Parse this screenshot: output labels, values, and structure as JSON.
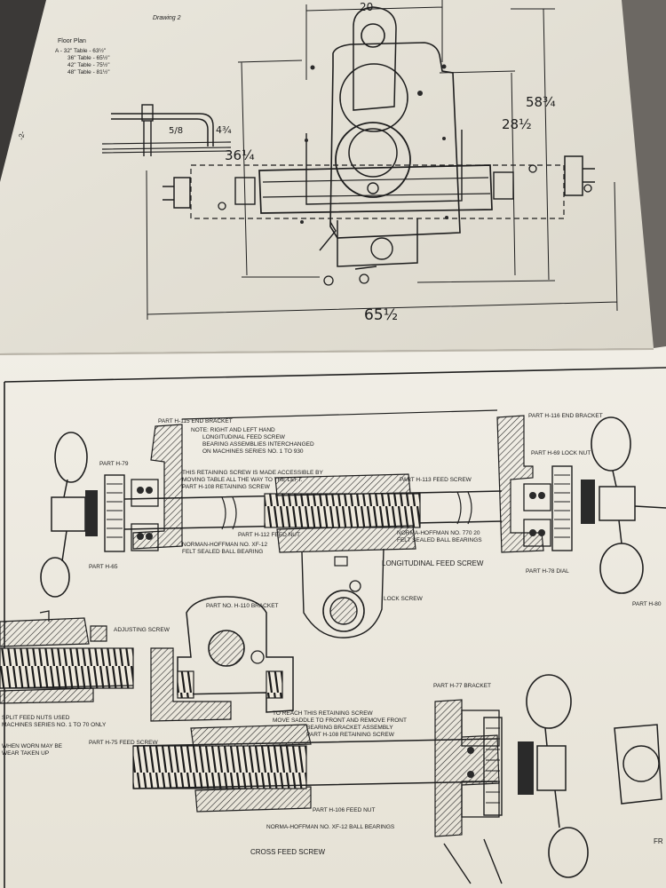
{
  "top_sheet": {
    "drawing_title": "Drawing 2",
    "floor_plan": {
      "heading": "Floor Plan",
      "lines": [
        "A - 32\" Table - 63½\"",
        "36\" Table - 65½\"",
        "42\" Table - 75½\"",
        "48\" Table - 81½\""
      ]
    },
    "margin_mark": "-2-",
    "dimensions": {
      "d20": "20",
      "d58": "58¾",
      "d28": "28½",
      "d36": "36¼",
      "d4": "4¾",
      "d5": "5/8",
      "d65": "65½"
    }
  },
  "bottom_sheet": {
    "note": [
      "NOTE: RIGHT AND LEFT HAND",
      "LONGITUDINAL FEED SCREW",
      "BEARING ASSEMBLIES INTERCHANGED",
      "ON MACHINES SERIES NO. 1 TO 930"
    ],
    "retaining_note": [
      "THIS RETAINING SCREW IS MADE ACCESSIBLE BY",
      "MOVING TABLE ALL THE WAY TO THE LEFT.",
      "PART H-108 RETAINING SCREW"
    ],
    "labels": {
      "h115": "PART H-115 END BRACKET",
      "h116": "PART H-116 END BRACKET",
      "h79": "PART H-79",
      "h69": "PART H-69 LOCK NUT",
      "h113": "PART H-113 FEED SCREW",
      "h112": "PART H-112 FEED NUT",
      "xf12": [
        "NORMAN-HOFFMAN NO. XF-12",
        "FELT SEALED BALL BEARING"
      ],
      "n77020": [
        "NORMA-HOFFMAN NO. 770 20",
        "FELT SEALED BALL BEARINGS"
      ],
      "h65": "PART H-65",
      "h78": "PART H-78 DIAL",
      "long_screw": "LONGITUDINAL FEED SCREW",
      "lock_screw": "LOCK SCREW",
      "h80": "PART H-80",
      "h110": "PART NO. H-110 BRACKET",
      "adjusting": "ADJUSTING SCREW",
      "h77": "PART H-77 BRACKET",
      "split_nuts": [
        "SPLIT FEED NUTS USED",
        "MACHINES SERIES NO. 1 TO 70 ONLY"
      ],
      "worn": [
        "WHEN WORN MAY BE",
        "WEAR TAKEN UP"
      ],
      "reach": [
        "TO REACH THIS RETAINING SCREW",
        "MOVE SADDLE TO FRONT AND REMOVE FRONT",
        "BEARING BRACKET ASSEMBLY",
        "PART H-108 RETAINING SCREW"
      ],
      "h75": "PART H-75 FEED SCREW",
      "h106": "PART H-106 FEED NUT",
      "xf12b": "NORMA-HOFFMAN NO. XF-12 BALL BEARINGS",
      "cross_screw": "CROSS FEED SCREW",
      "fr": "FR"
    }
  }
}
